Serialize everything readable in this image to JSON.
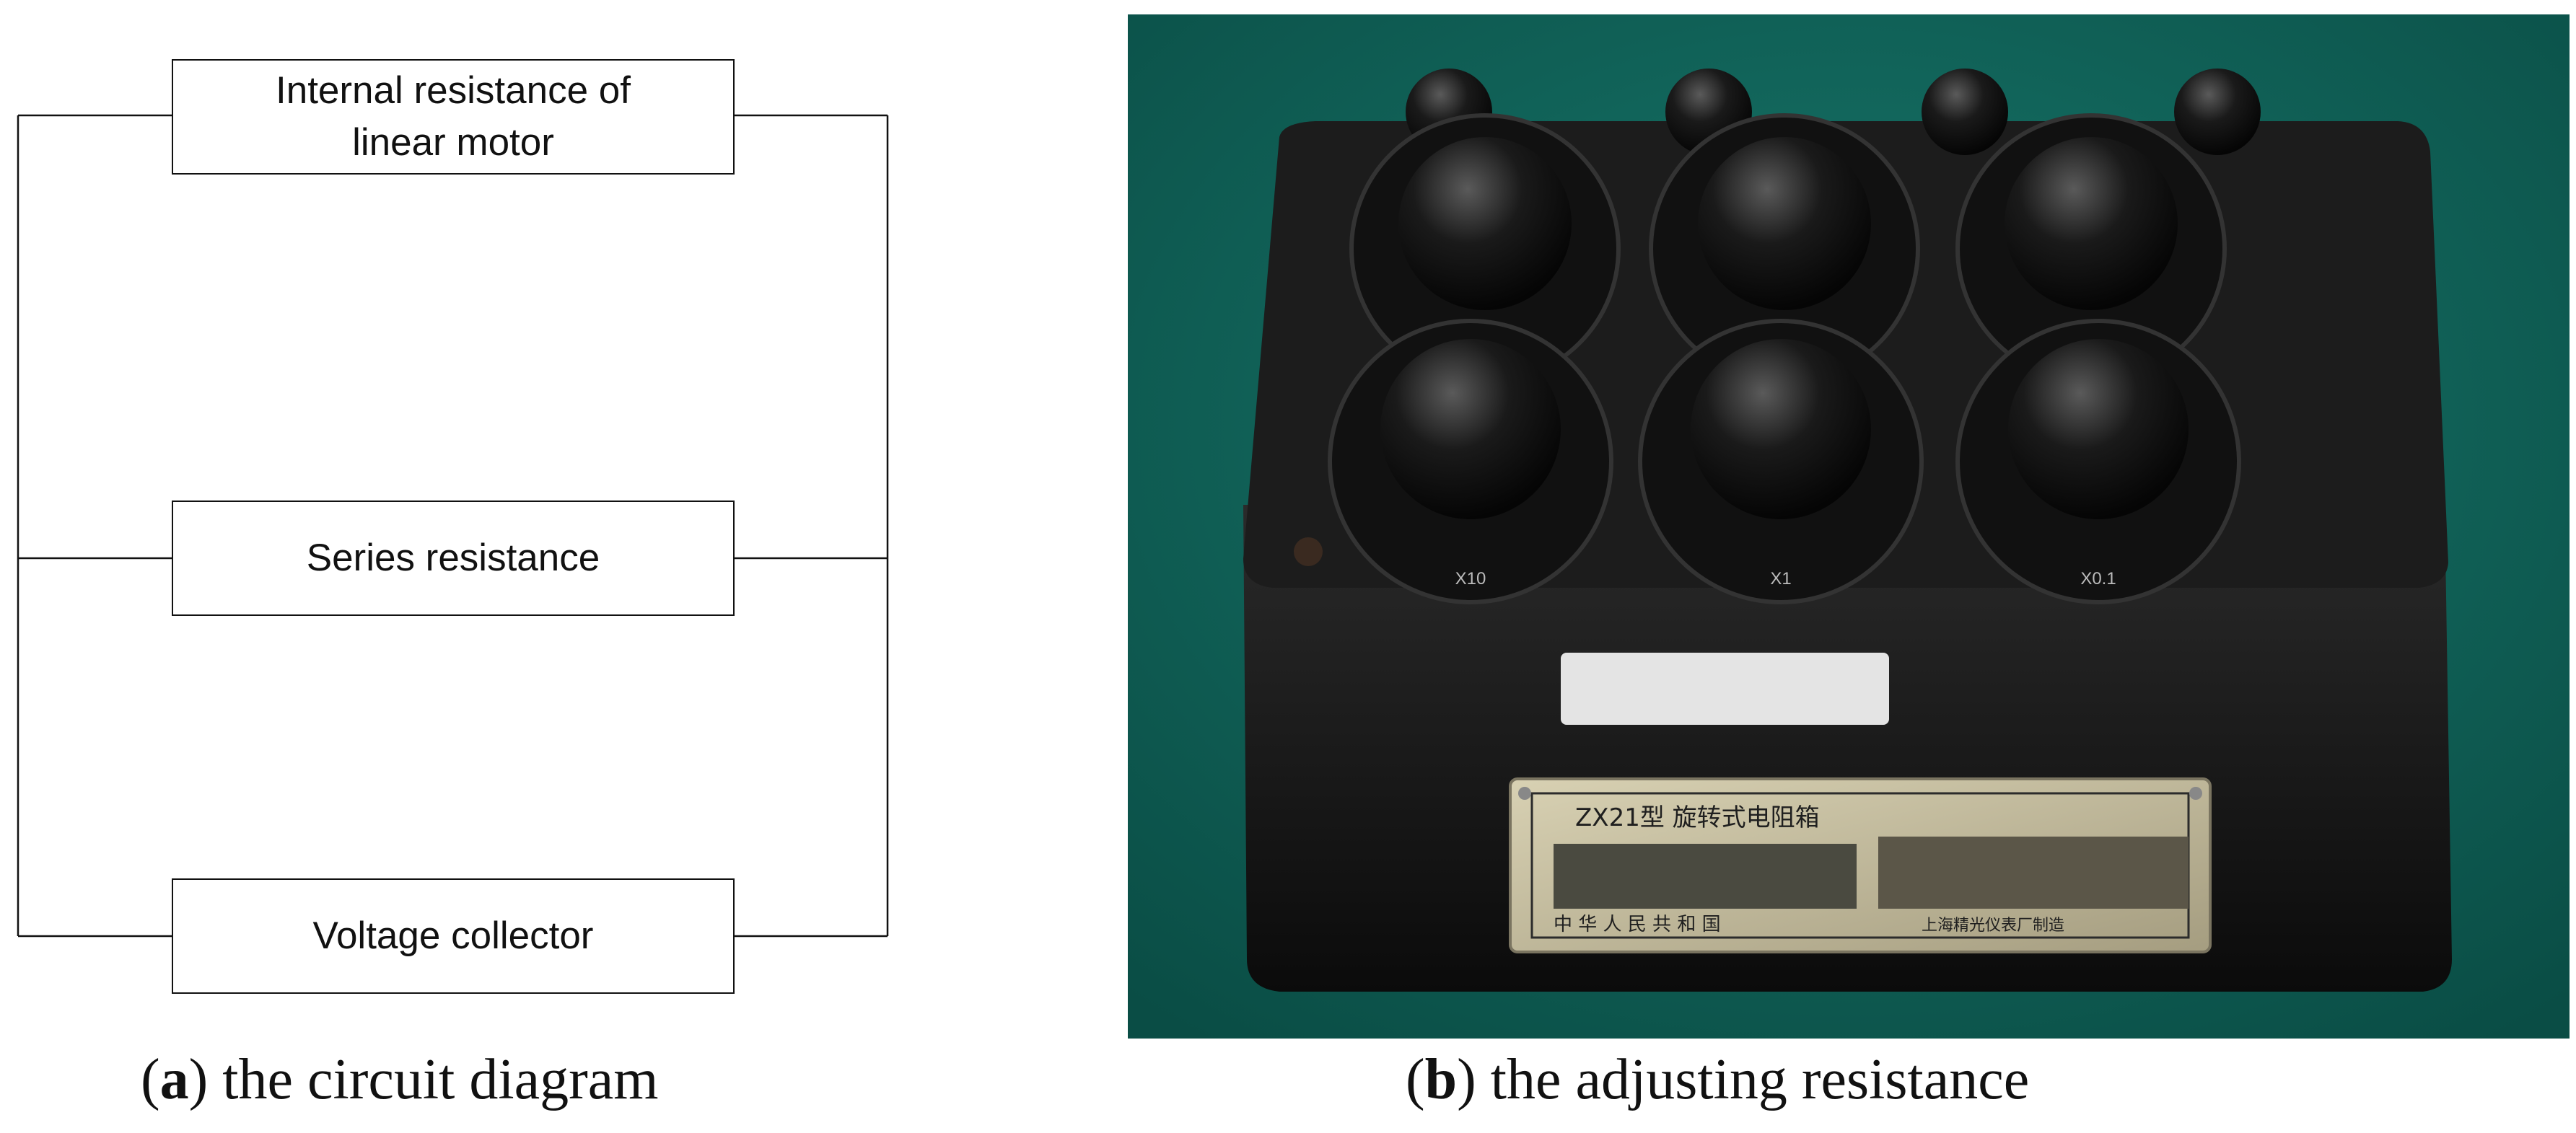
{
  "panel_a": {
    "boxes": {
      "motor_line1": "Internal resistance of",
      "motor_line2": "linear motor",
      "series": "Series resistance",
      "collector": "Voltage collector"
    },
    "caption": {
      "letter": "a",
      "open": "(",
      "close": ")",
      "text": " the circuit diagram"
    }
  },
  "panel_b": {
    "caption": {
      "letter": "b",
      "open": "(",
      "close": ")",
      "text": " the adjusting resistance"
    },
    "photo": {
      "nameplate_title": "ZX21型  旋转式电阻箱",
      "nameplate_footer_left": "中 华 人 民 共 和 国",
      "nameplate_footer_right": "上海精光仪表厂制造",
      "dial_labels": [
        "X10",
        "X1",
        "X0.1"
      ],
      "colors": {
        "background": "#0d5f55",
        "body": "#121212",
        "plate": "#c9c2a4"
      }
    }
  }
}
